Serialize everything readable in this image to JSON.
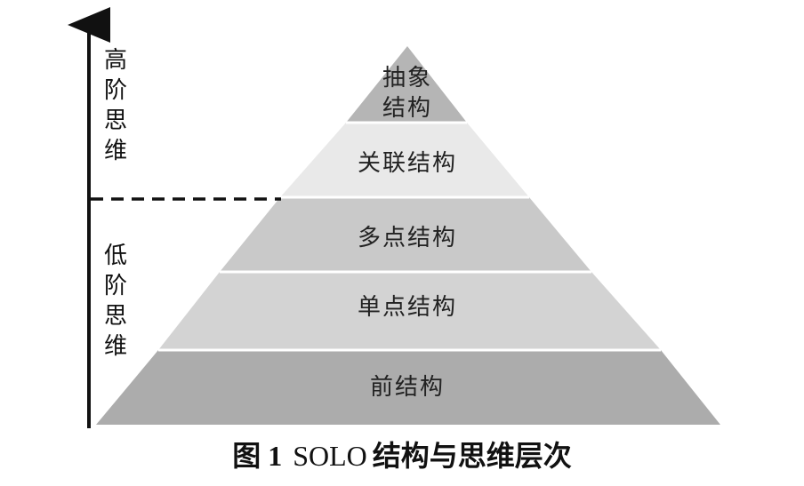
{
  "pyramid": {
    "levels": [
      {
        "lines": [
          "抽象",
          "结构"
        ],
        "fill": "#b5b5b5"
      },
      {
        "lines": [
          "关联结构"
        ],
        "fill": "#e9e9e9"
      },
      {
        "lines": [
          "多点结构"
        ],
        "fill": "#c9c9c9"
      },
      {
        "lines": [
          "单点结构"
        ],
        "fill": "#d3d3d3"
      },
      {
        "lines": [
          "前结构"
        ],
        "fill": "#acacac"
      }
    ]
  },
  "axis": {
    "upper_label": [
      "高",
      "阶",
      "思",
      "维"
    ],
    "lower_label": [
      "低",
      "阶",
      "思",
      "维"
    ]
  },
  "caption": {
    "number": "图 1",
    "title_latin": "SOLO",
    "title_cn": "结构与思维层次"
  }
}
